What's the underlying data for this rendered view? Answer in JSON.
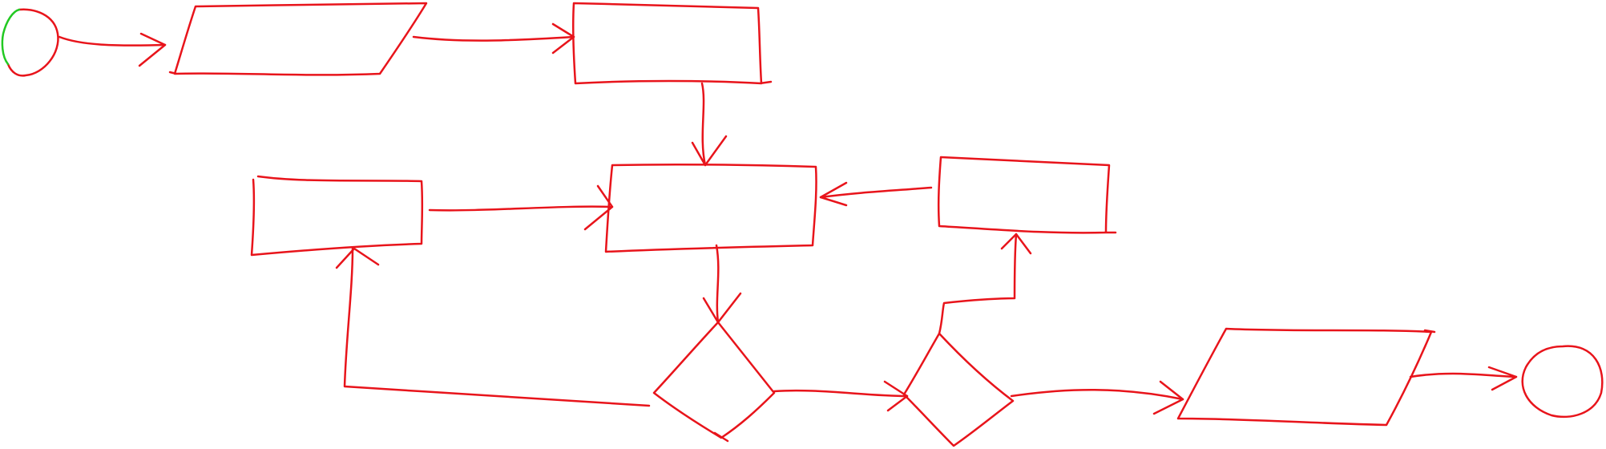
{
  "diagram": {
    "type": "flowchart-sketch",
    "stroke_color": "#e8141b",
    "accent_color": "#22c922",
    "nodes": [
      {
        "id": "start",
        "shape": "circle",
        "text": ""
      },
      {
        "id": "input",
        "shape": "parallelogram",
        "text": ""
      },
      {
        "id": "process-top",
        "shape": "rectangle",
        "text": ""
      },
      {
        "id": "process-left",
        "shape": "rectangle",
        "text": ""
      },
      {
        "id": "process-center",
        "shape": "rectangle",
        "text": ""
      },
      {
        "id": "process-right",
        "shape": "rectangle",
        "text": ""
      },
      {
        "id": "decision-1",
        "shape": "diamond",
        "text": ""
      },
      {
        "id": "decision-2",
        "shape": "diamond",
        "text": ""
      },
      {
        "id": "output",
        "shape": "parallelogram",
        "text": ""
      },
      {
        "id": "end",
        "shape": "circle",
        "text": ""
      }
    ],
    "edges": [
      {
        "from": "start",
        "to": "input"
      },
      {
        "from": "input",
        "to": "process-top"
      },
      {
        "from": "process-top",
        "to": "process-center"
      },
      {
        "from": "process-left",
        "to": "process-center"
      },
      {
        "from": "process-right",
        "to": "process-center"
      },
      {
        "from": "process-center",
        "to": "decision-1"
      },
      {
        "from": "decision-1",
        "to": "process-left"
      },
      {
        "from": "decision-1",
        "to": "decision-2"
      },
      {
        "from": "decision-2",
        "to": "process-right"
      },
      {
        "from": "decision-2",
        "to": "output"
      },
      {
        "from": "output",
        "to": "end"
      }
    ]
  }
}
